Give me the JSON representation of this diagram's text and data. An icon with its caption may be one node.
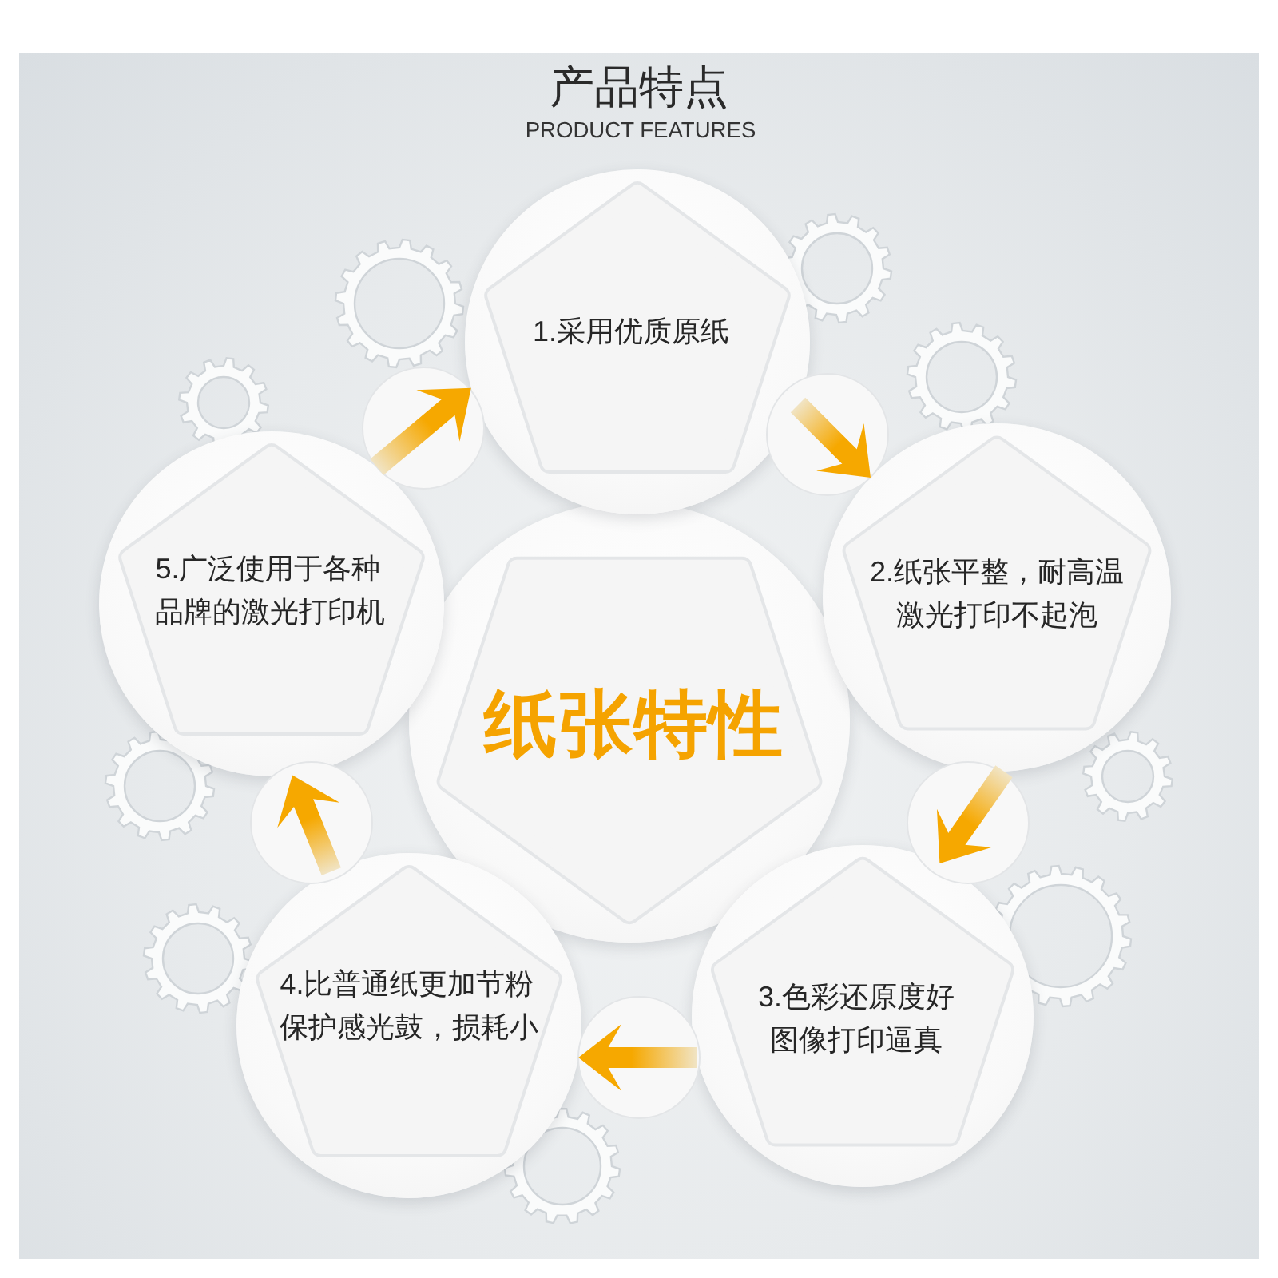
{
  "diagram": {
    "title": "产品特点",
    "nodes": [
      {
        "text": [
          "1.采用优质原纸"
        ]
      },
      {
        "text": [
          "2.纸张平整，耐高温激光打印不起泡"
        ]
      },
      {
        "text": [
          "3.色彩还原度好图像打印逼真"
        ]
      },
      {
        "text": [
          "4.比普通纸更加节粉保护感光鼓，损耗小"
        ]
      },
      {
        "text": [
          "5.广泛使用于各种品牌的激光打印机"
        ]
      },
      {
        "text": [
          "纸张特性"
        ]
      }
    ],
    "edges": [
      {
        "from": 0,
        "to": 1,
        "arrow": "to"
      },
      {
        "from": 1,
        "to": 2,
        "arrow": "to"
      },
      {
        "from": 2,
        "to": 3,
        "arrow": "to"
      },
      {
        "from": 3,
        "to": 4,
        "arrow": "to"
      },
      {
        "from": 4,
        "to": 0,
        "arrow": "to"
      }
    ],
    "labels": [
      "PRODUCT FEATURES"
    ]
  }
}
